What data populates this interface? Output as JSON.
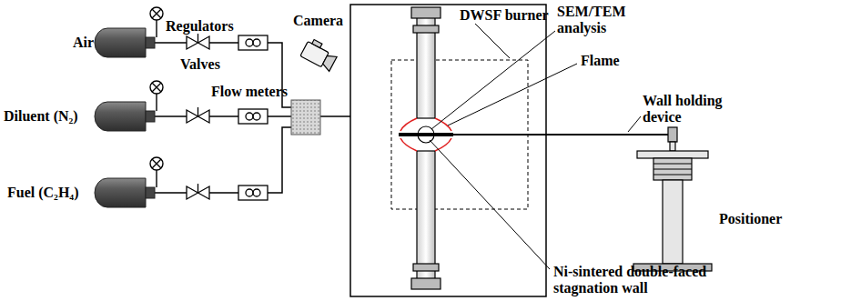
{
  "diagram": {
    "labels": [
      "Regulators",
      "Air",
      "Valves",
      "Diluent (N₂)",
      "Flow meters",
      "Fuel (C₂H₄)",
      "DWSF burner",
      "Camera",
      "SEM/TEM analysis",
      "Flame",
      "Wall holding device",
      "Positioner",
      "Ni-sintered double-faced stagnation wall"
    ]
  }
}
